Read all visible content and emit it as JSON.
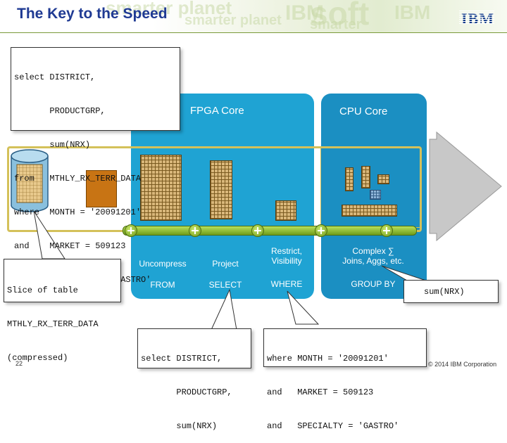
{
  "header": {
    "title": "The Key to the Speed",
    "logo": "IBM"
  },
  "watermark": {
    "words": [
      "smarter planet",
      "smarter planet",
      "IBM",
      "soft",
      "IBM",
      "smarter"
    ]
  },
  "query_callout": {
    "lines": [
      "select DISTRICT,",
      "       PRODUCTGRP,",
      "       sum(NRX)",
      "from   MTHLY_RX_TERR_DATA",
      "where  MONTH = '20091201'",
      "and    MARKET = 509123",
      "and    SPECIALTY = 'GASTRO'"
    ]
  },
  "cores": {
    "fpga": "FPGA Core",
    "cpu": "CPU Core"
  },
  "stages": [
    {
      "top": "Uncompress",
      "bottom": "FROM"
    },
    {
      "top": "Project",
      "bottom": "SELECT"
    },
    {
      "top": "Restrict,\nVisibility",
      "bottom": "WHERE"
    },
    {
      "top": "Complex ∑\nJoins, Aggs, etc.",
      "bottom": "GROUP BY"
    }
  ],
  "slice_callout": {
    "lines": [
      "Slice of table",
      "MTHLY_RX_TERR_DATA",
      "(compressed)"
    ]
  },
  "sum_callout": "sum(NRX)",
  "select_callout": {
    "lines": [
      "select DISTRICT,",
      "       PRODUCTGRP,",
      "       sum(NRX)"
    ]
  },
  "where_callout": {
    "lines": [
      "where MONTH = '20091201'",
      "and   MARKET = 509123",
      "and   SPECIALTY = 'GASTRO'"
    ]
  },
  "footer": {
    "page": "22",
    "copyright": "© 2014 IBM Corporation"
  },
  "colors": {
    "title": "#1f3a93",
    "fpga_card": "#1fa3d3",
    "cpu_card": "#1b8fc2",
    "frame": "#d4c15a",
    "arrow": "#c8c8c8",
    "pipeline_node": "#8cc63f",
    "block": "#c87414"
  }
}
